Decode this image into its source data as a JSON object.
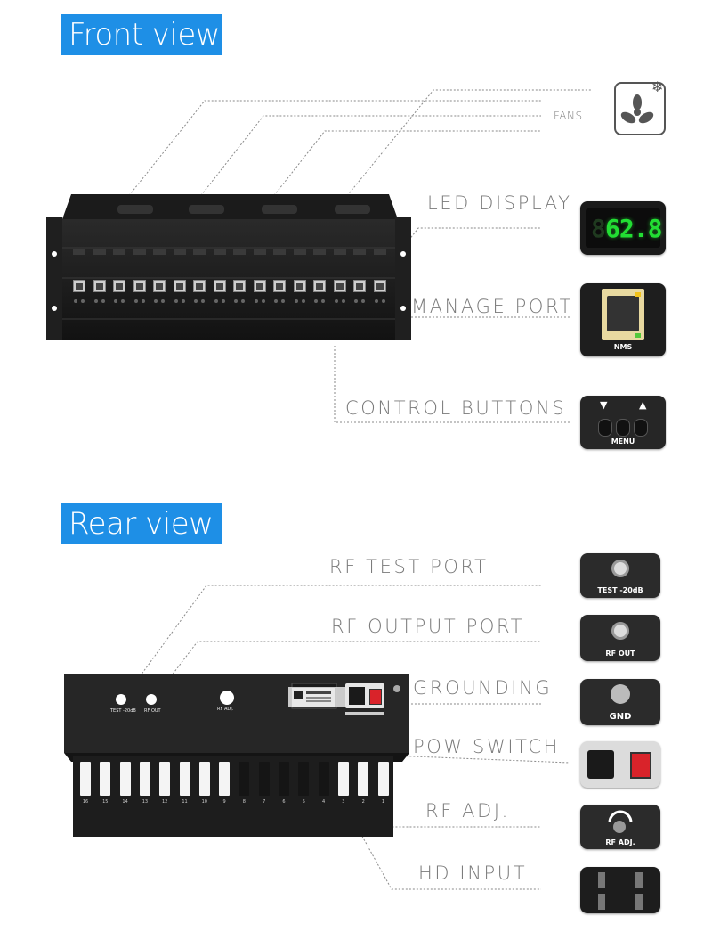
{
  "front": {
    "title": "Front view",
    "labels": {
      "fans": "FANS",
      "led_display": "LED DISPLAY",
      "manage_port": "MANAGE PORT",
      "control_buttons": "CONTROL BUTTONS"
    },
    "thumbs": {
      "led_value": "62.8",
      "nms": "NMS",
      "arrow_down": "▼",
      "arrow_up": "▲",
      "menu": "MENU"
    }
  },
  "rear": {
    "title": "Rear view",
    "labels": {
      "rf_test_port": "RF TEST PORT",
      "rf_output_port": "RF OUTPUT PORT",
      "grounding": "GROUNDING",
      "pow_switch": "POW SWITCH",
      "rf_adj": "RF ADJ.",
      "hd_input": "HD INPUT"
    },
    "thumbs": {
      "test": "TEST -20dB",
      "rf_out": "RF OUT",
      "gnd": "GND",
      "rf_adj": "RF ADJ."
    },
    "panel_text": {
      "test": "TEST -20dB",
      "rf_out": "RF OUT",
      "rf_adj": "RF ADJ.",
      "slot_numbers": [
        "16",
        "15",
        "14",
        "13",
        "12",
        "11",
        "10",
        "9",
        "8",
        "7",
        "6",
        "5",
        "4",
        "3",
        "2",
        "1"
      ]
    }
  },
  "colors": {
    "accent": "#1e8fe6",
    "device": "#1c1c1c",
    "led": "#22dd33"
  }
}
